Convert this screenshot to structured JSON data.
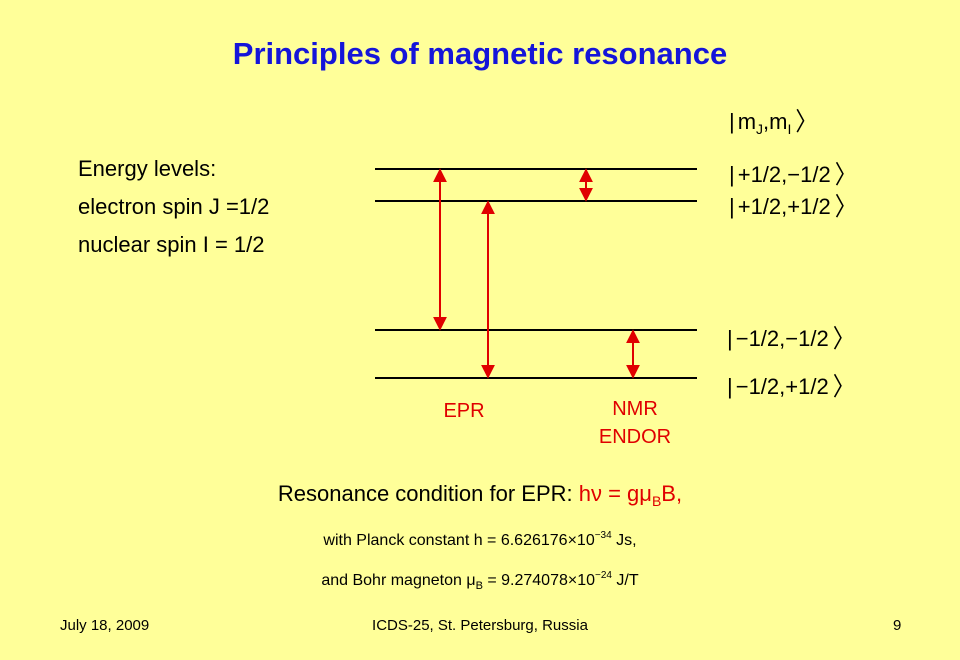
{
  "title": "Principles of magnetic resonance",
  "description": {
    "line1": "Energy levels:",
    "line2": "electron spin J =1/2",
    "line3": "nuclear spin  I = 1/2"
  },
  "ket_header": {
    "m1": "m",
    "s1": "J",
    "sep": ",m",
    "s2": "I"
  },
  "levels": [
    {
      "label": "+1/2,−1/2"
    },
    {
      "label": "+1/2,+1/2"
    },
    {
      "label": "−1/2,−1/2"
    },
    {
      "label": "−1/2,+1/2"
    }
  ],
  "transitions": {
    "epr_label": "EPR",
    "nmr_label_1": "NMR",
    "nmr_label_2": "ENDOR"
  },
  "resonance": {
    "text": "Resonance condition for EPR: ",
    "f1": "hν = gμ",
    "f_sub": "B",
    "f2": "B,"
  },
  "planck": {
    "pre": "with Planck constant h = 6.626176×10",
    "exp": "−34",
    "post": " Js,"
  },
  "bohr": {
    "pre": "and Bohr magneton μ",
    "sub": "B",
    "mid": " = 9.274078×10",
    "exp": "−24",
    "post": " J/T"
  },
  "footer": {
    "date": "July 18, 2009",
    "conference": "ICDS-25, St. Petersburg, Russia",
    "page": "9"
  },
  "colors": {
    "background": "#FFFF99",
    "title": "#1515D9",
    "arrow": "#E00000"
  }
}
